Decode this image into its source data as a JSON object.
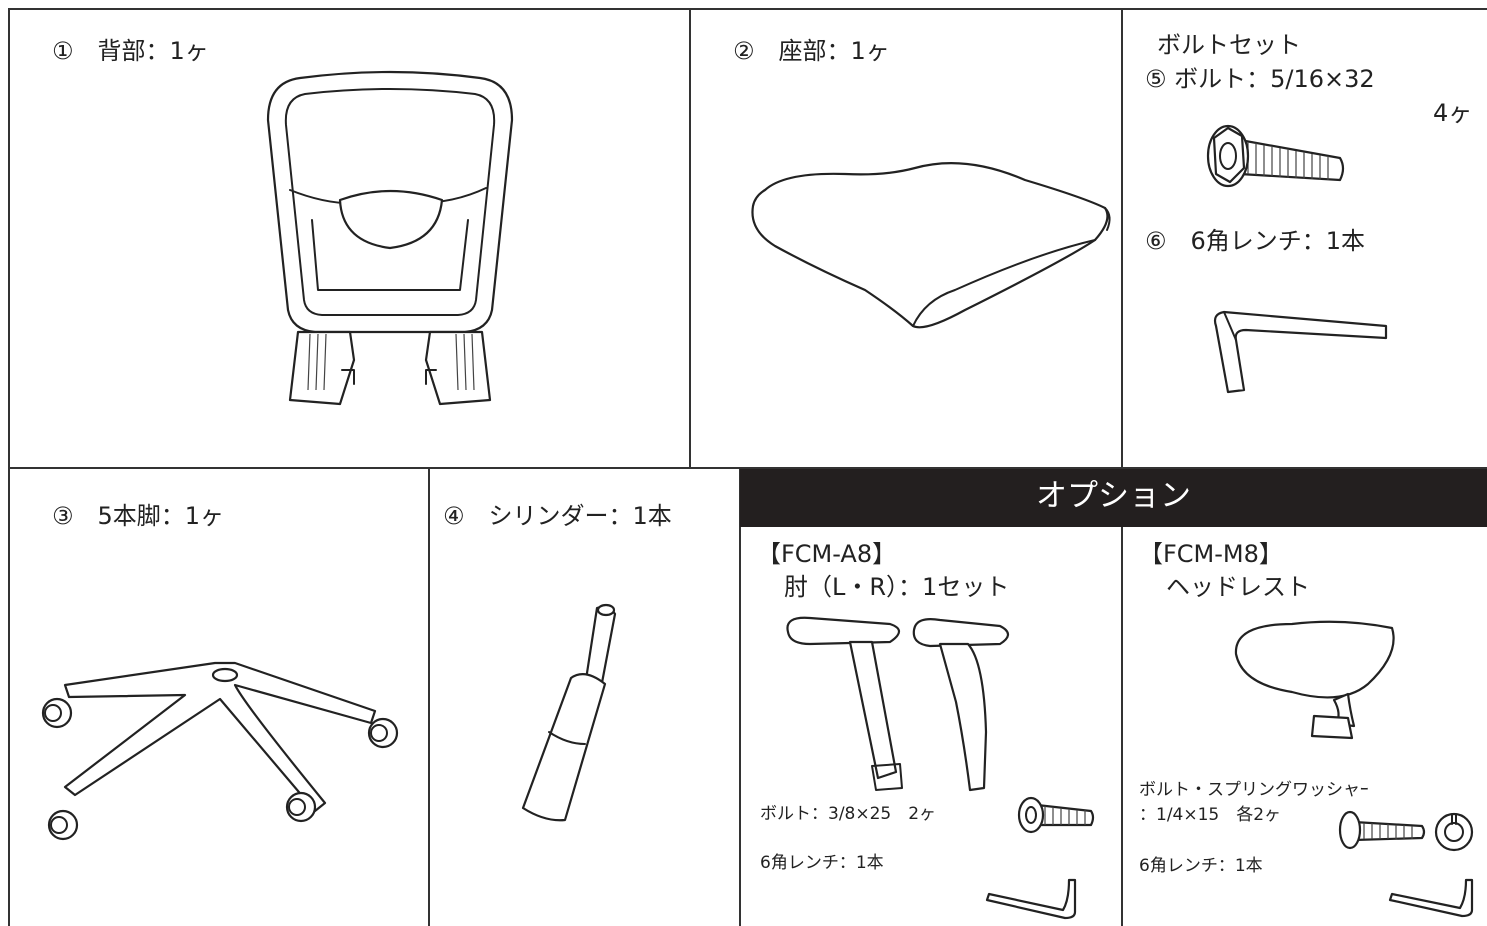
{
  "parts": {
    "back": {
      "label": "①　背部：1ヶ"
    },
    "seat": {
      "label": "②　座部：1ヶ"
    },
    "bolt_set": {
      "title": "ボルトセット",
      "bolt_label": "⑤ ボルト：5/16×32",
      "bolt_qty": "4ヶ",
      "wrench_label": "⑥　6角レンチ：1本"
    },
    "base": {
      "label": "③　5本脚：1ヶ"
    },
    "cylinder": {
      "label": "④　シリンダー：1本"
    }
  },
  "options": {
    "header": "オプション",
    "armrest": {
      "code": "【FCM-A8】",
      "name": "肘（L・R）：1セット",
      "bolt_label": "ボルト：3/8×25　2ヶ",
      "wrench_label": "6角レンチ：1本"
    },
    "headrest": {
      "code": "【FCM-M8】",
      "name": "ヘッドレスト",
      "bolt_label": "ボルト・スプリングワッシャｰ",
      "bolt_spec": "：1/4×15　各2ヶ",
      "wrench_label": "6角レンチ：1本"
    }
  },
  "icons": [
    "chair-back-icon",
    "seat-cushion-icon",
    "flange-bolt-icon",
    "hex-wrench-icon",
    "five-star-base-icon",
    "gas-cylinder-icon",
    "armrest-icon",
    "headrest-icon",
    "spring-washer-icon"
  ]
}
